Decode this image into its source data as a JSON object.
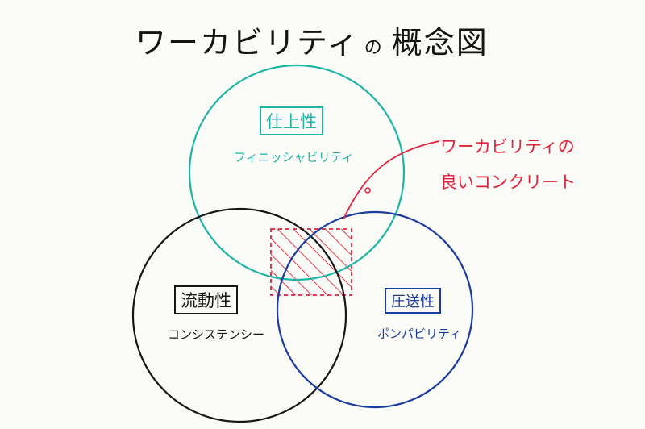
{
  "title": {
    "main": "ワーカビリティ",
    "particle": "の",
    "tail": "概念図"
  },
  "circles": [
    {
      "heading": "仕上性",
      "sub": "フィニッシャビリティ",
      "color": "#1fb5a6"
    },
    {
      "heading": "流動性",
      "sub": "コンシステンシー",
      "color": "#161616"
    },
    {
      "heading": "圧送性",
      "sub": "ポンパビリティ",
      "color": "#1a3c9e"
    }
  ],
  "note": {
    "line1": "ワーカビリティの",
    "line2": "良いコンクリート",
    "color": "#e0223a"
  }
}
